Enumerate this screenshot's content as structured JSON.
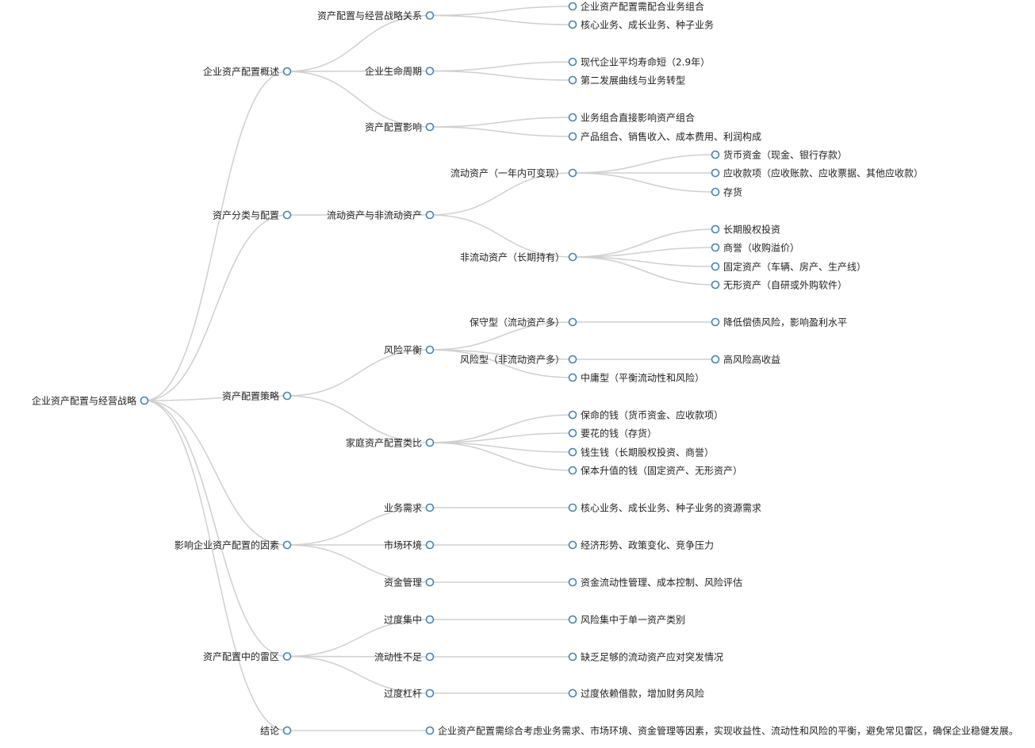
{
  "tree": {
    "label": "企业资产配置与经营战略",
    "children": [
      {
        "label": "企业资产配置概述",
        "children": [
          {
            "label": "资产配置与经营战略关系",
            "children": [
              {
                "label": "企业资产配置需配合业务组合"
              },
              {
                "label": "核心业务、成长业务、种子业务"
              }
            ]
          },
          {
            "label": "企业生命周期",
            "children": [
              {
                "label": "现代企业平均寿命短（2.9年）"
              },
              {
                "label": "第二发展曲线与业务转型"
              }
            ]
          },
          {
            "label": "资产配置影响",
            "children": [
              {
                "label": "业务组合直接影响资产组合"
              },
              {
                "label": "产品组合、销售收入、成本费用、利润构成"
              }
            ]
          }
        ]
      },
      {
        "label": "资产分类与配置",
        "children": [
          {
            "label": "流动资产与非流动资产",
            "children": [
              {
                "label": "流动资产（一年内可变现）",
                "children": [
                  {
                    "label": "货币资金（现金、银行存款）"
                  },
                  {
                    "label": "应收款项（应收账款、应收票据、其他应收款）"
                  },
                  {
                    "label": "存货"
                  }
                ]
              },
              {
                "label": "非流动资产（长期持有）",
                "children": [
                  {
                    "label": "长期股权投资"
                  },
                  {
                    "label": "商誉（收购溢价）"
                  },
                  {
                    "label": "固定资产（车辆、房产、生产线）"
                  },
                  {
                    "label": "无形资产（自研或外购软件）"
                  }
                ]
              }
            ]
          }
        ]
      },
      {
        "label": "资产配置策略",
        "children": [
          {
            "label": "风险平衡",
            "children": [
              {
                "label": "保守型（流动资产多）",
                "children": [
                  {
                    "label": "降低偿债风险，影响盈利水平"
                  }
                ]
              },
              {
                "label": "风险型（非流动资产多）",
                "children": [
                  {
                    "label": "高风险高收益"
                  }
                ]
              },
              {
                "label": "中庸型（平衡流动性和风险）"
              }
            ]
          },
          {
            "label": "家庭资产配置类比",
            "children": [
              {
                "label": "保命的钱（货币资金、应收款项）"
              },
              {
                "label": "要花的钱（存货）"
              },
              {
                "label": "钱生钱（长期股权投资、商誉）"
              },
              {
                "label": "保本升值的钱（固定资产、无形资产）"
              }
            ]
          }
        ]
      },
      {
        "label": "影响企业资产配置的因素",
        "children": [
          {
            "label": "业务需求",
            "children": [
              {
                "label": "核心业务、成长业务、种子业务的资源需求"
              }
            ]
          },
          {
            "label": "市场环境",
            "children": [
              {
                "label": "经济形势、政策变化、竞争压力"
              }
            ]
          },
          {
            "label": "资金管理",
            "children": [
              {
                "label": "资金流动性管理、成本控制、风险评估"
              }
            ]
          }
        ]
      },
      {
        "label": "资产配置中的雷区",
        "children": [
          {
            "label": "过度集中",
            "children": [
              {
                "label": "风险集中于单一资产类别"
              }
            ]
          },
          {
            "label": "流动性不足",
            "children": [
              {
                "label": "缺乏足够的流动资产应对突发情况"
              }
            ]
          },
          {
            "label": "过度杠杆",
            "children": [
              {
                "label": "过度依赖借款，增加财务风险"
              }
            ]
          }
        ]
      },
      {
        "label": "结论",
        "children": [
          {
            "label": "企业资产配置需综合考虑业务需求、市场环境、资金管理等因素，实现收益性、流动性和风险的平衡，避免常见雷区，确保企业稳健发展。"
          }
        ]
      }
    ]
  }
}
